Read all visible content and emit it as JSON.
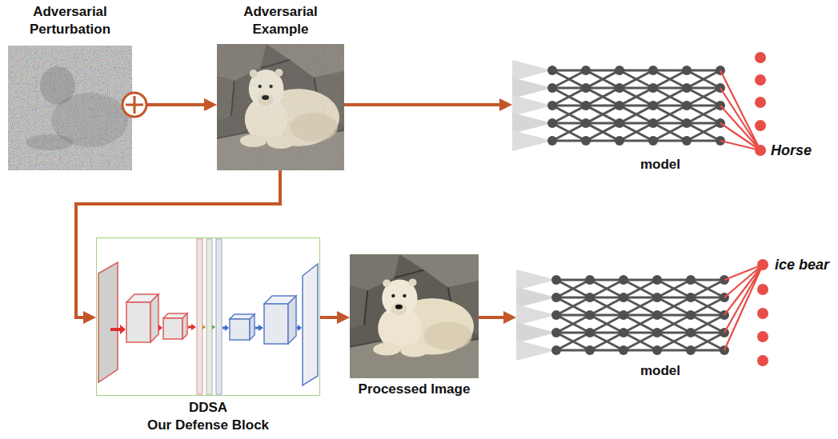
{
  "diagram": {
    "nodes": [
      {
        "text": [
          "Adversarial Perturbation"
        ]
      },
      {
        "text": [
          "Adversarial Example"
        ]
      },
      {
        "text": [
          "model"
        ]
      },
      {
        "text": [
          "DDSA",
          "Our Defense Block"
        ]
      },
      {
        "text": [
          "Processed Image"
        ]
      },
      {
        "text": [
          "model"
        ]
      }
    ],
    "edges": [
      {
        "from": 0,
        "to": 1,
        "arrow": "to"
      },
      {
        "from": 1,
        "to": 2,
        "arrow": "to"
      },
      {
        "from": 1,
        "to": 3,
        "arrow": "to"
      },
      {
        "from": 3,
        "to": 4,
        "arrow": "to"
      },
      {
        "from": 4,
        "to": 5,
        "arrow": "to"
      }
    ],
    "labels": [
      "Horse",
      "ice bear"
    ]
  }
}
